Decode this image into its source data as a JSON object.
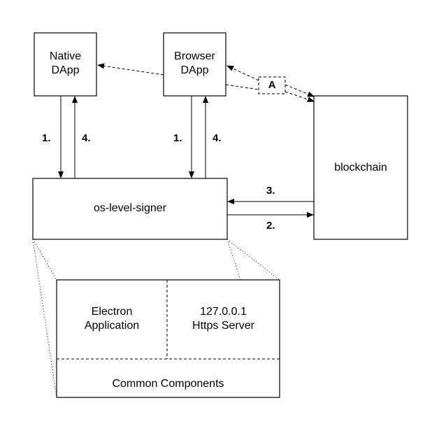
{
  "nodes": {
    "native_dapp": "Native\nDApp",
    "browser_dapp": "Browser\nDApp",
    "blockchain": "blockchain",
    "signer": "os-level-signer",
    "electron": "Electron\nApplication",
    "https_server": "127.0.0.1\nHttps Server",
    "common": "Common Components"
  },
  "steps": {
    "native_request": "1.",
    "native_response": "4.",
    "browser_request": "1.",
    "browser_response": "4.",
    "chain_to_signer": "3.",
    "signer_to_chain": "2.",
    "alt_path": "A"
  }
}
